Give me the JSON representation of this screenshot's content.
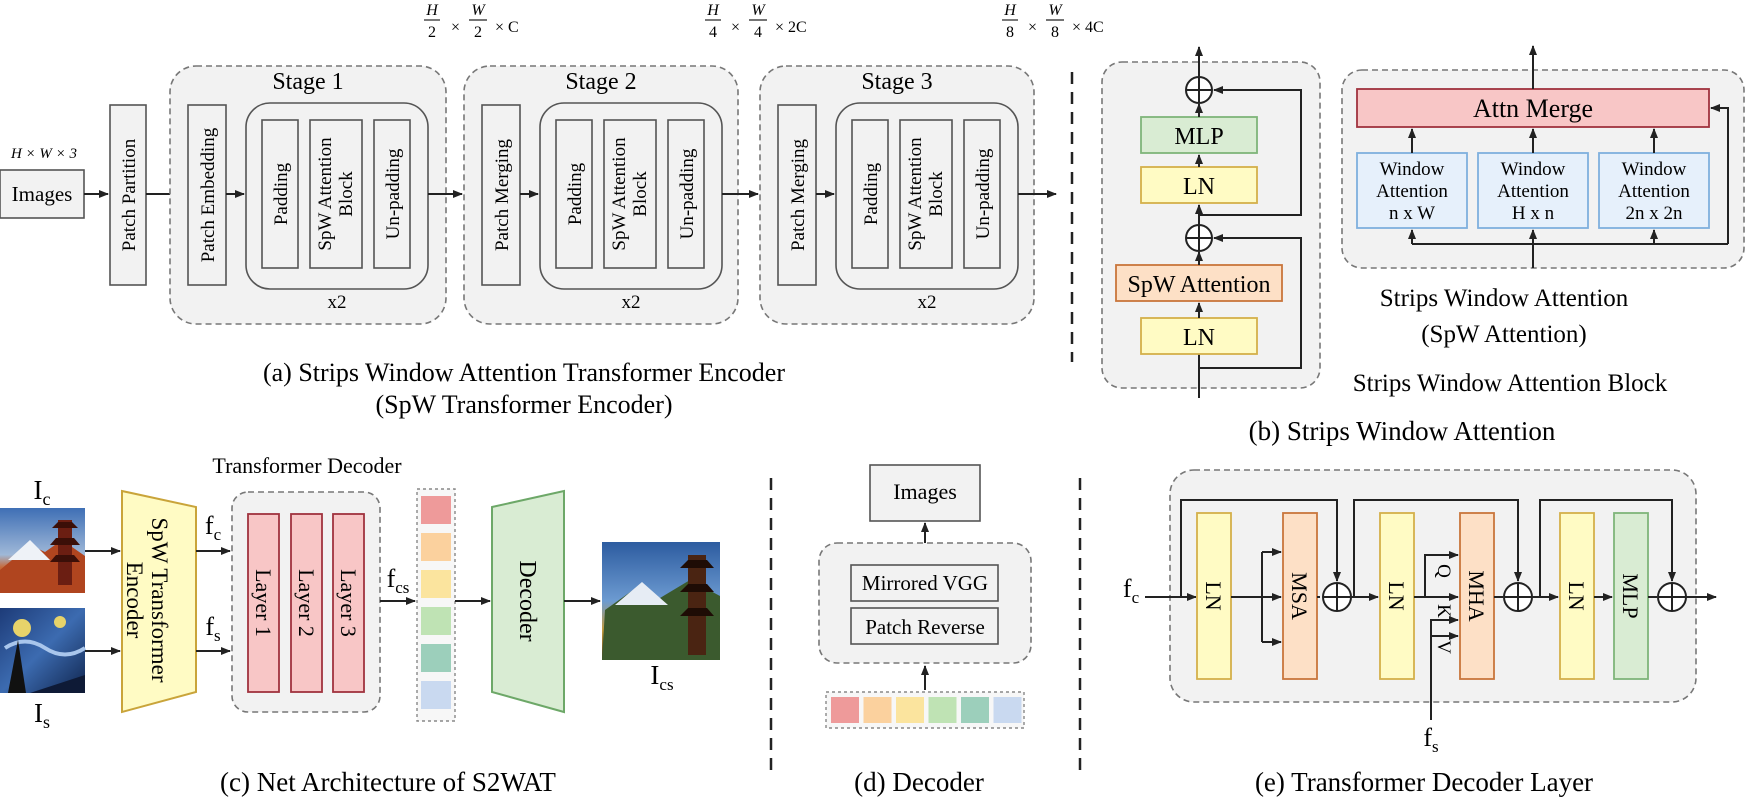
{
  "panel_a": {
    "caption_line1": "(a) Strips Window Attention Transformer Encoder",
    "caption_line2": "(SpW Transformer Encoder)",
    "input_dim": "H × W × 3",
    "images_label": "Images",
    "patch_partition": "Patch Partition",
    "stage1": {
      "title": "Stage 1",
      "first": "Patch Embedding",
      "padding": "Padding",
      "block_l1": "SpW Attention",
      "block_l2": "Block",
      "unpadding": "Un-padding",
      "repeat": "x2",
      "dim": "H/2 × W/2 × C"
    },
    "stage2": {
      "title": "Stage 2",
      "first": "Patch Merging",
      "padding": "Padding",
      "block_l1": "SpW Attention",
      "block_l2": "Block",
      "unpadding": "Un-padding",
      "repeat": "x2",
      "dim": "H/4 × W/4 × 2C"
    },
    "stage3": {
      "title": "Stage 3",
      "first": "Patch Merging",
      "padding": "Padding",
      "block_l1": "SpW Attention",
      "block_l2": "Block",
      "unpadding": "Un-padding",
      "repeat": "x2",
      "dim": "H/8 × W/8 × 4C"
    }
  },
  "panel_b": {
    "caption": "(b) Strips Window Attention",
    "block_caption": "Strips Window Attention Block",
    "mlp": "MLP",
    "ln": "LN",
    "spw_attention": "SpW Attention",
    "attn_merge": "Attn Merge",
    "win1": {
      "l1": "Window",
      "l2": "Attention",
      "l3": "n x W"
    },
    "win2": {
      "l1": "Window",
      "l2": "Attention",
      "l3": "H x n"
    },
    "win3": {
      "l1": "Window",
      "l2": "Attention",
      "l3": "2n x 2n"
    },
    "spw_caption_l1": "Strips Window Attention",
    "spw_caption_l2": "(SpW Attention)"
  },
  "panel_c": {
    "caption": "(c) Net Architecture of S2WAT",
    "ic": "Ic",
    "is": "Is",
    "ics": "Ics",
    "encoder_l1": "SpW Transformer",
    "encoder_l2": "Encoder",
    "fc": "fc",
    "fs": "fs",
    "fcs": "fcs",
    "decoder_title": "Transformer Decoder",
    "layers": [
      "Layer 1",
      "Layer 2",
      "Layer 3"
    ],
    "decoder": "Decoder",
    "token_colors": [
      "#ee9a9a",
      "#fbd19e",
      "#fbe49e",
      "#bfe3b4",
      "#9ccfbb",
      "#c9d9f0"
    ]
  },
  "panel_d": {
    "caption": "(d) Decoder",
    "images": "Images",
    "mirrored_vgg": "Mirrored VGG",
    "patch_reverse": "Patch Reverse"
  },
  "panel_e": {
    "caption": "(e) Transformer Decoder Layer",
    "fc": "fc",
    "fs": "fs",
    "ln": "LN",
    "msa": "MSA",
    "mha": "MHA",
    "mlp": "MLP",
    "q": "Q",
    "k": "K",
    "v": "V"
  },
  "colors": {
    "pink": "#f8c6c6",
    "pink_stroke": "#a0323e",
    "yellow": "#fffbc4",
    "yellow_stroke": "#d4b04a",
    "orange": "#fde0c6",
    "orange_stroke": "#c9753b",
    "green": "#d9ecd3",
    "green_stroke": "#7fb57a",
    "blue": "#e6f0fb",
    "blue_stroke": "#7fb0de",
    "panel_bg": "#f2f2f2"
  }
}
